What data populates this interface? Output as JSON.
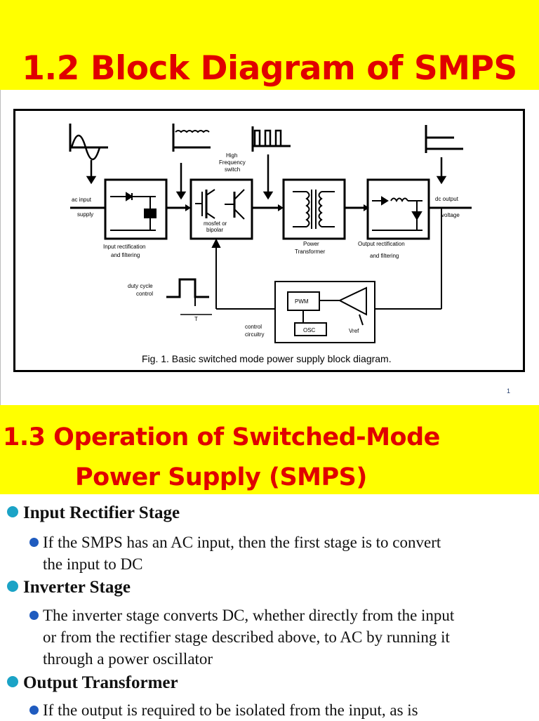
{
  "slide1": {
    "title": "1.2  Block Diagram of SMPS",
    "page_number": "1",
    "diagram": {
      "labels": {
        "ac_input": "ac input",
        "supply": "supply",
        "input_rect_1": "Input rectification",
        "input_rect_2": "and filtering",
        "hf_1": "High",
        "hf_2": "Frequency",
        "hf_3": "switch",
        "mosfet_1": "mosfet or",
        "mosfet_2": "bipolar",
        "power_1": "Power",
        "power_2": "Transformer",
        "out_rect_1": "Output rectification",
        "out_rect_2": "and filtering",
        "dc_output": "dc output",
        "voltage": "voltage",
        "duty_1": "duty cycle",
        "duty_2": "control",
        "period": "T",
        "pwm": "PWM",
        "osc": "OSC",
        "vref": "Vref",
        "control_1": "control",
        "control_2": "circuitry"
      },
      "caption": "Fig. 1.  Basic switched mode power supply block diagram."
    }
  },
  "slide2": {
    "title_line1": "1.3 Operation of Switched-Mode",
    "title_line2": "Power Supply (SMPS)",
    "sections": [
      {
        "heading": "Input Rectifier Stage",
        "lines": [
          "If the SMPS has an AC input, then the first stage is to convert",
          "the input to DC"
        ]
      },
      {
        "heading": "Inverter Stage",
        "lines": [
          "The inverter stage converts DC, whether directly from the input",
          "or from the rectifier stage described above, to AC by running it",
          "through a power oscillator"
        ]
      },
      {
        "heading": "Output Transformer",
        "lines": [
          "If the output is required to be isolated from the input, as is"
        ]
      }
    ]
  },
  "colors": {
    "title_band": "#ffff00",
    "title_text": "#e00000",
    "bullet_l1": "#1ba3c6",
    "bullet_l2": "#1f5bbf"
  },
  "icons": [
    "sine-wave-icon",
    "ripple-dc-icon",
    "square-wave-icon",
    "dc-output-icon",
    "rectifier-symbol",
    "transistor-symbol",
    "transformer-symbol",
    "inductor-symbol",
    "pulse-waveform-icon",
    "error-amplifier-symbol"
  ]
}
